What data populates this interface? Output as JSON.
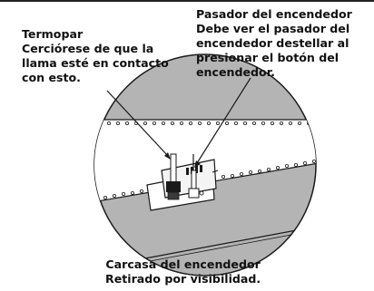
{
  "labels": {
    "thermocouple": {
      "title": "Termopar",
      "lines": [
        "Cerciórese de que la",
        "llama esté en contacto",
        "con esto."
      ]
    },
    "ignitor_pin": {
      "title": "Pasador del encendedor",
      "lines": [
        "Debe ver el pasador del",
        "encendedor destellar al",
        "presionar el botón del",
        "encendedor."
      ]
    },
    "ignitor_housing": {
      "title": "Carcasa del encendedor",
      "lines": [
        "Retirado por visibilidad."
      ]
    }
  },
  "colors": {
    "burner_gray": "#b4b4b4",
    "strip_white": "#ffffff",
    "outline": "#1a1a1a",
    "bracket": "#ffffff"
  }
}
